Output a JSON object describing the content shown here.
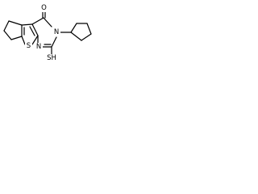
{
  "molecule": {
    "atom_labels": {
      "sulfur": "S",
      "oxygen": "O",
      "n3": "N",
      "n1": "N",
      "thiol": "SH"
    },
    "colors": {
      "bond": "#000000",
      "label": "#000000",
      "background": "#ffffff"
    }
  }
}
